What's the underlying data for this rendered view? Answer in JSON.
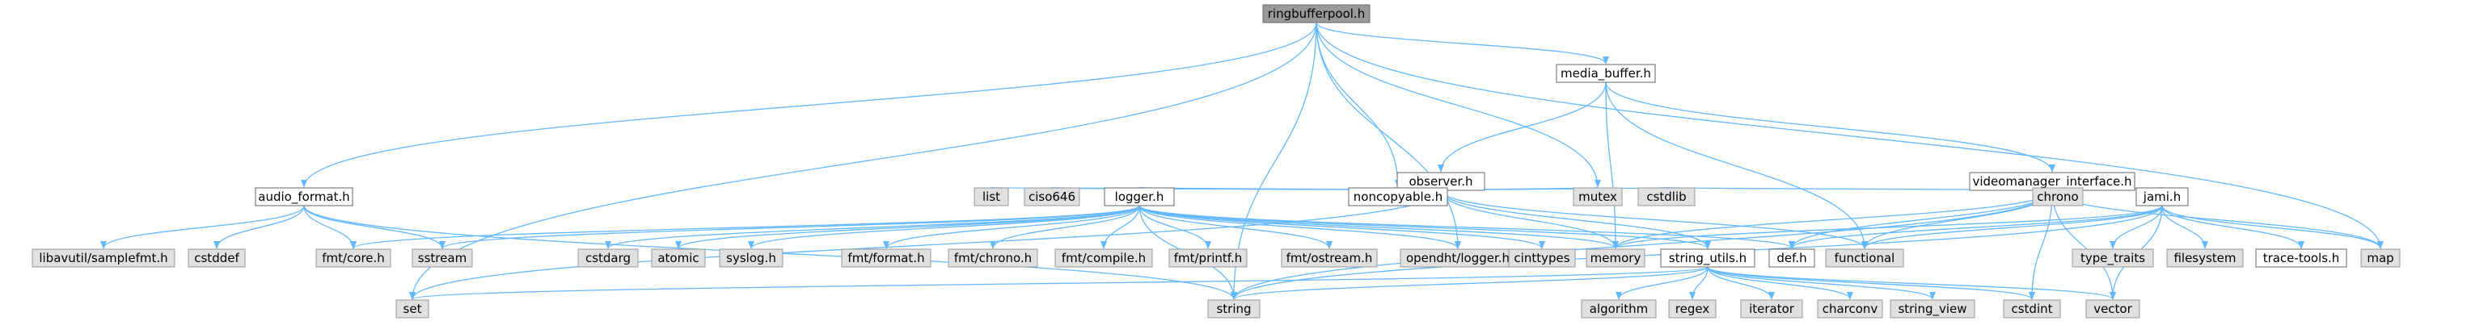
{
  "colors": {
    "edge": "#63b8ff",
    "node_file_fill": "#ffffff",
    "node_file_stroke": "#666666",
    "node_sys_fill": "#e0e0e0",
    "node_sys_stroke": "#999999",
    "node_root_fill": "#999999",
    "node_root_stroke": "#666666",
    "text": "#000000"
  },
  "nodes": {
    "ringbufferpool": {
      "label": "ringbufferpool.h",
      "kind": "root"
    },
    "media_buffer": {
      "label": "media_buffer.h",
      "kind": "file"
    },
    "observer": {
      "label": "observer.h",
      "kind": "file"
    },
    "videomanager_interface": {
      "label": "videomanager_interface.h",
      "kind": "file"
    },
    "audio_format": {
      "label": "audio_format.h",
      "kind": "file"
    },
    "logger": {
      "label": "logger.h",
      "kind": "file"
    },
    "jami": {
      "label": "jami.h",
      "kind": "file"
    },
    "noncopyable": {
      "label": "noncopyable.h",
      "kind": "file"
    },
    "string_utils": {
      "label": "string_utils.h",
      "kind": "file"
    },
    "def": {
      "label": "def.h",
      "kind": "file"
    },
    "trace_tools": {
      "label": "trace-tools.h",
      "kind": "file"
    },
    "list": {
      "label": "list",
      "kind": "sys"
    },
    "ciso646": {
      "label": "ciso646",
      "kind": "sys"
    },
    "mutex": {
      "label": "mutex",
      "kind": "sys"
    },
    "cstdlib": {
      "label": "cstdlib",
      "kind": "sys"
    },
    "chrono": {
      "label": "chrono",
      "kind": "sys"
    },
    "libavutil_samplefmt": {
      "label": "libavutil/samplefmt.h",
      "kind": "sys"
    },
    "cstddef": {
      "label": "cstddef",
      "kind": "sys"
    },
    "fmt_core": {
      "label": "fmt/core.h",
      "kind": "sys"
    },
    "sstream": {
      "label": "sstream",
      "kind": "sys"
    },
    "cstdarg": {
      "label": "cstdarg",
      "kind": "sys"
    },
    "atomic": {
      "label": "atomic",
      "kind": "sys"
    },
    "syslog": {
      "label": "syslog.h",
      "kind": "sys"
    },
    "fmt_format": {
      "label": "fmt/format.h",
      "kind": "sys"
    },
    "fmt_chrono": {
      "label": "fmt/chrono.h",
      "kind": "sys"
    },
    "fmt_compile": {
      "label": "fmt/compile.h",
      "kind": "sys"
    },
    "fmt_printf": {
      "label": "fmt/printf.h",
      "kind": "sys"
    },
    "fmt_ostream": {
      "label": "fmt/ostream.h",
      "kind": "sys"
    },
    "opendht_logger": {
      "label": "opendht/logger.h",
      "kind": "sys"
    },
    "cinttypes": {
      "label": "cinttypes",
      "kind": "sys"
    },
    "memory": {
      "label": "memory",
      "kind": "sys"
    },
    "functional": {
      "label": "functional",
      "kind": "sys"
    },
    "type_traits": {
      "label": "type_traits",
      "kind": "sys"
    },
    "filesystem": {
      "label": "filesystem",
      "kind": "sys"
    },
    "map": {
      "label": "map",
      "kind": "sys"
    },
    "set": {
      "label": "set",
      "kind": "sys"
    },
    "string": {
      "label": "string",
      "kind": "sys"
    },
    "algorithm": {
      "label": "algorithm",
      "kind": "sys"
    },
    "regex": {
      "label": "regex",
      "kind": "sys"
    },
    "iterator": {
      "label": "iterator",
      "kind": "sys"
    },
    "charconv": {
      "label": "charconv",
      "kind": "sys"
    },
    "string_view": {
      "label": "string_view",
      "kind": "sys"
    },
    "cstdint": {
      "label": "cstdint",
      "kind": "sys"
    },
    "vector": {
      "label": "vector",
      "kind": "sys"
    }
  },
  "edges": [
    [
      "ringbufferpool",
      "media_buffer"
    ],
    [
      "ringbufferpool",
      "audio_format"
    ],
    [
      "ringbufferpool",
      "noncopyable"
    ],
    [
      "ringbufferpool",
      "mutex"
    ],
    [
      "ringbufferpool",
      "map"
    ],
    [
      "ringbufferpool",
      "set"
    ],
    [
      "ringbufferpool",
      "string"
    ],
    [
      "ringbufferpool",
      "opendht_logger"
    ],
    [
      "media_buffer",
      "observer"
    ],
    [
      "media_buffer",
      "videomanager_interface"
    ],
    [
      "media_buffer",
      "memory"
    ],
    [
      "media_buffer",
      "functional"
    ],
    [
      "observer",
      "list"
    ],
    [
      "observer",
      "ciso646"
    ],
    [
      "observer",
      "mutex"
    ],
    [
      "observer",
      "cstdlib"
    ],
    [
      "observer",
      "noncopyable"
    ],
    [
      "observer",
      "logger"
    ],
    [
      "observer",
      "memory"
    ],
    [
      "observer",
      "set"
    ],
    [
      "observer",
      "functional"
    ],
    [
      "observer",
      "string_utils"
    ],
    [
      "videomanager_interface",
      "cstdlib"
    ],
    [
      "videomanager_interface",
      "chrono"
    ],
    [
      "videomanager_interface",
      "jami"
    ],
    [
      "videomanager_interface",
      "def"
    ],
    [
      "videomanager_interface",
      "memory"
    ],
    [
      "videomanager_interface",
      "functional"
    ],
    [
      "videomanager_interface",
      "map"
    ],
    [
      "videomanager_interface",
      "string"
    ],
    [
      "videomanager_interface",
      "cstdint"
    ],
    [
      "videomanager_interface",
      "vector"
    ],
    [
      "audio_format",
      "libavutil_samplefmt"
    ],
    [
      "audio_format",
      "cstddef"
    ],
    [
      "audio_format",
      "fmt_core"
    ],
    [
      "audio_format",
      "sstream"
    ],
    [
      "audio_format",
      "string"
    ],
    [
      "logger",
      "fmt_core"
    ],
    [
      "logger",
      "sstream"
    ],
    [
      "logger",
      "cstdarg"
    ],
    [
      "logger",
      "atomic"
    ],
    [
      "logger",
      "syslog"
    ],
    [
      "logger",
      "fmt_format"
    ],
    [
      "logger",
      "fmt_chrono"
    ],
    [
      "logger",
      "fmt_compile"
    ],
    [
      "logger",
      "fmt_printf"
    ],
    [
      "logger",
      "fmt_ostream"
    ],
    [
      "logger",
      "opendht_logger"
    ],
    [
      "logger",
      "cinttypes"
    ],
    [
      "logger",
      "memory"
    ],
    [
      "logger",
      "string"
    ],
    [
      "logger",
      "string_utils"
    ],
    [
      "logger",
      "def"
    ],
    [
      "jami",
      "def"
    ],
    [
      "jami",
      "functional"
    ],
    [
      "jami",
      "memory"
    ],
    [
      "jami",
      "type_traits"
    ],
    [
      "jami",
      "filesystem"
    ],
    [
      "jami",
      "trace_tools"
    ],
    [
      "jami",
      "map"
    ],
    [
      "jami",
      "string"
    ],
    [
      "jami",
      "vector"
    ],
    [
      "string_utils",
      "cstdint"
    ],
    [
      "string_utils",
      "string"
    ],
    [
      "string_utils",
      "vector"
    ],
    [
      "string_utils",
      "set"
    ],
    [
      "string_utils",
      "algorithm"
    ],
    [
      "string_utils",
      "regex"
    ],
    [
      "string_utils",
      "iterator"
    ],
    [
      "string_utils",
      "charconv"
    ],
    [
      "string_utils",
      "string_view"
    ]
  ]
}
